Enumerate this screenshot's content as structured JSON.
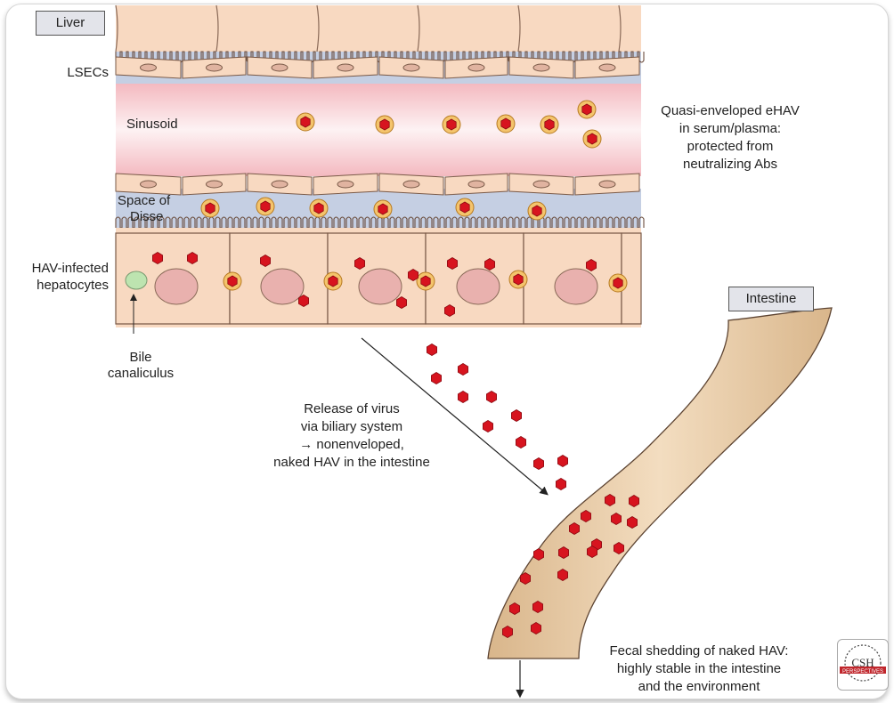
{
  "labels": {
    "liver": "Liver",
    "intestine": "Intestine",
    "lsecs": "LSECs",
    "sinusoid": "Sinusoid",
    "space_of_disse_line1": "Space of",
    "space_of_disse_line2": "Disse",
    "hav_infected_line1": "HAV-infected",
    "hav_infected_line2": "hepatocytes",
    "bile_line1": "Bile",
    "bile_line2": "canaliculus",
    "quasi_line1": "Quasi-enveloped eHAV",
    "quasi_line2": "in serum/plasma:",
    "quasi_line3": "protected from",
    "quasi_line4": "neutralizing Abs",
    "release_line1": "Release of virus",
    "release_line2": "via biliary system",
    "release_line3": "→ nonenveloped,",
    "release_line4": "naked HAV in the intestine",
    "fecal_line1": "Fecal shedding of naked HAV:",
    "fecal_line2": "highly stable in the intestine",
    "fecal_line3": "and the environment",
    "badge_text": "CSH",
    "badge_subtext": "PERSPECTIVES"
  },
  "colors": {
    "cell_fill": "#f8d9c1",
    "cell_stroke": "#7a5a48",
    "sinusoid_pink": "#fbe0e4",
    "disse_blue": "#c5cfe3",
    "nucleus": "#e9b1ae",
    "virion": "#d7141f",
    "envelope": "#f4c46c",
    "intestine": "#e7c9a4",
    "bile": "#bde4b0"
  }
}
